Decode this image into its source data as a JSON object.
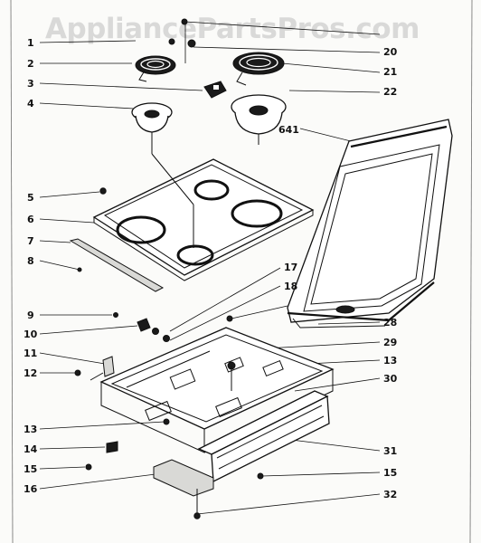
{
  "watermark": "AppliancePartsPros.com",
  "callouts": {
    "n1": "1",
    "n2": "2",
    "n3": "3",
    "n4": "4",
    "n5": "5",
    "n6": "6",
    "n7": "7",
    "n8": "8",
    "n9": "9",
    "n10": "10",
    "n11": "11",
    "n12": "12",
    "n13a": "13",
    "n13b": "13",
    "n14": "14",
    "n15a": "15",
    "n15b": "15",
    "n16": "16",
    "n17": "17",
    "n18": "18",
    "n20": "20",
    "n21": "21",
    "n22": "22",
    "n28": "28",
    "n29": "29",
    "n30": "30",
    "n31": "31",
    "n32": "32",
    "n641": "641"
  }
}
